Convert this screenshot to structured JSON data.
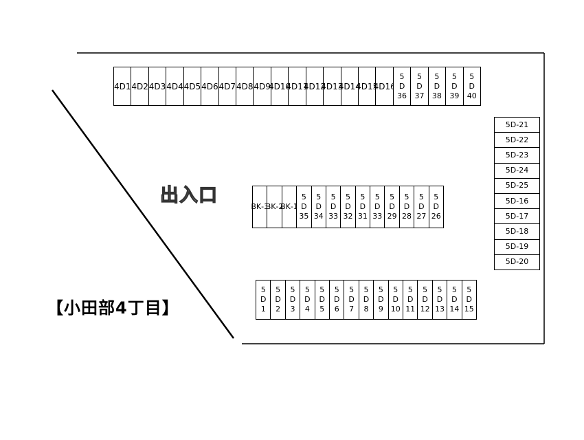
{
  "area_label": "【小田部4丁目】",
  "entrance_label": "出入口",
  "top_row": [
    [
      "4D",
      "1"
    ],
    [
      "4D",
      "2"
    ],
    [
      "4D",
      "3"
    ],
    [
      "4D",
      "4"
    ],
    [
      "4D",
      "5"
    ],
    [
      "4D",
      "6"
    ],
    [
      "4D",
      "7"
    ],
    [
      "4D",
      "8"
    ],
    [
      "4D",
      "9"
    ],
    [
      "4D",
      "10"
    ],
    [
      "4D",
      "11"
    ],
    [
      "4D",
      "12"
    ],
    [
      "4D",
      "13"
    ],
    [
      "4D",
      "14"
    ],
    [
      "4D",
      "15"
    ],
    [
      "4D",
      "16"
    ],
    [
      "5",
      "D",
      "36"
    ],
    [
      "5",
      "D",
      "37"
    ],
    [
      "5",
      "D",
      "38"
    ],
    [
      "5",
      "D",
      "39"
    ],
    [
      "5",
      "D",
      "40"
    ]
  ],
  "middle_row": [
    [
      "BK",
      "-3"
    ],
    [
      "BK",
      "-2"
    ],
    [
      "BK",
      "-1"
    ],
    [
      "5",
      "D",
      "35"
    ],
    [
      "5",
      "D",
      "34"
    ],
    [
      "5",
      "D",
      "33"
    ],
    [
      "5",
      "D",
      "32"
    ],
    [
      "5",
      "D",
      "31"
    ],
    [
      "5",
      "D",
      "33"
    ],
    [
      "5",
      "D",
      "29"
    ],
    [
      "5",
      "D",
      "28"
    ],
    [
      "5",
      "D",
      "27"
    ],
    [
      "5",
      "D",
      "26"
    ]
  ],
  "bottom_row": [
    [
      "5",
      "D",
      "1"
    ],
    [
      "5",
      "D",
      "2"
    ],
    [
      "5",
      "D",
      "3"
    ],
    [
      "5",
      "D",
      "4"
    ],
    [
      "5",
      "D",
      "5"
    ],
    [
      "5",
      "D",
      "6"
    ],
    [
      "5",
      "D",
      "7"
    ],
    [
      "5",
      "D",
      "8"
    ],
    [
      "5",
      "D",
      "9"
    ],
    [
      "5",
      "D",
      "10"
    ],
    [
      "5",
      "D",
      "11"
    ],
    [
      "5",
      "D",
      "12"
    ],
    [
      "5",
      "D",
      "13"
    ],
    [
      "5",
      "D",
      "14"
    ],
    [
      "5",
      "D",
      "15"
    ]
  ],
  "right_column": [
    "5D-21",
    "5D-22",
    "5D-23",
    "5D-24",
    "5D-25",
    "5D-16",
    "5D-17",
    "5D-18",
    "5D-19",
    "5D-20"
  ]
}
